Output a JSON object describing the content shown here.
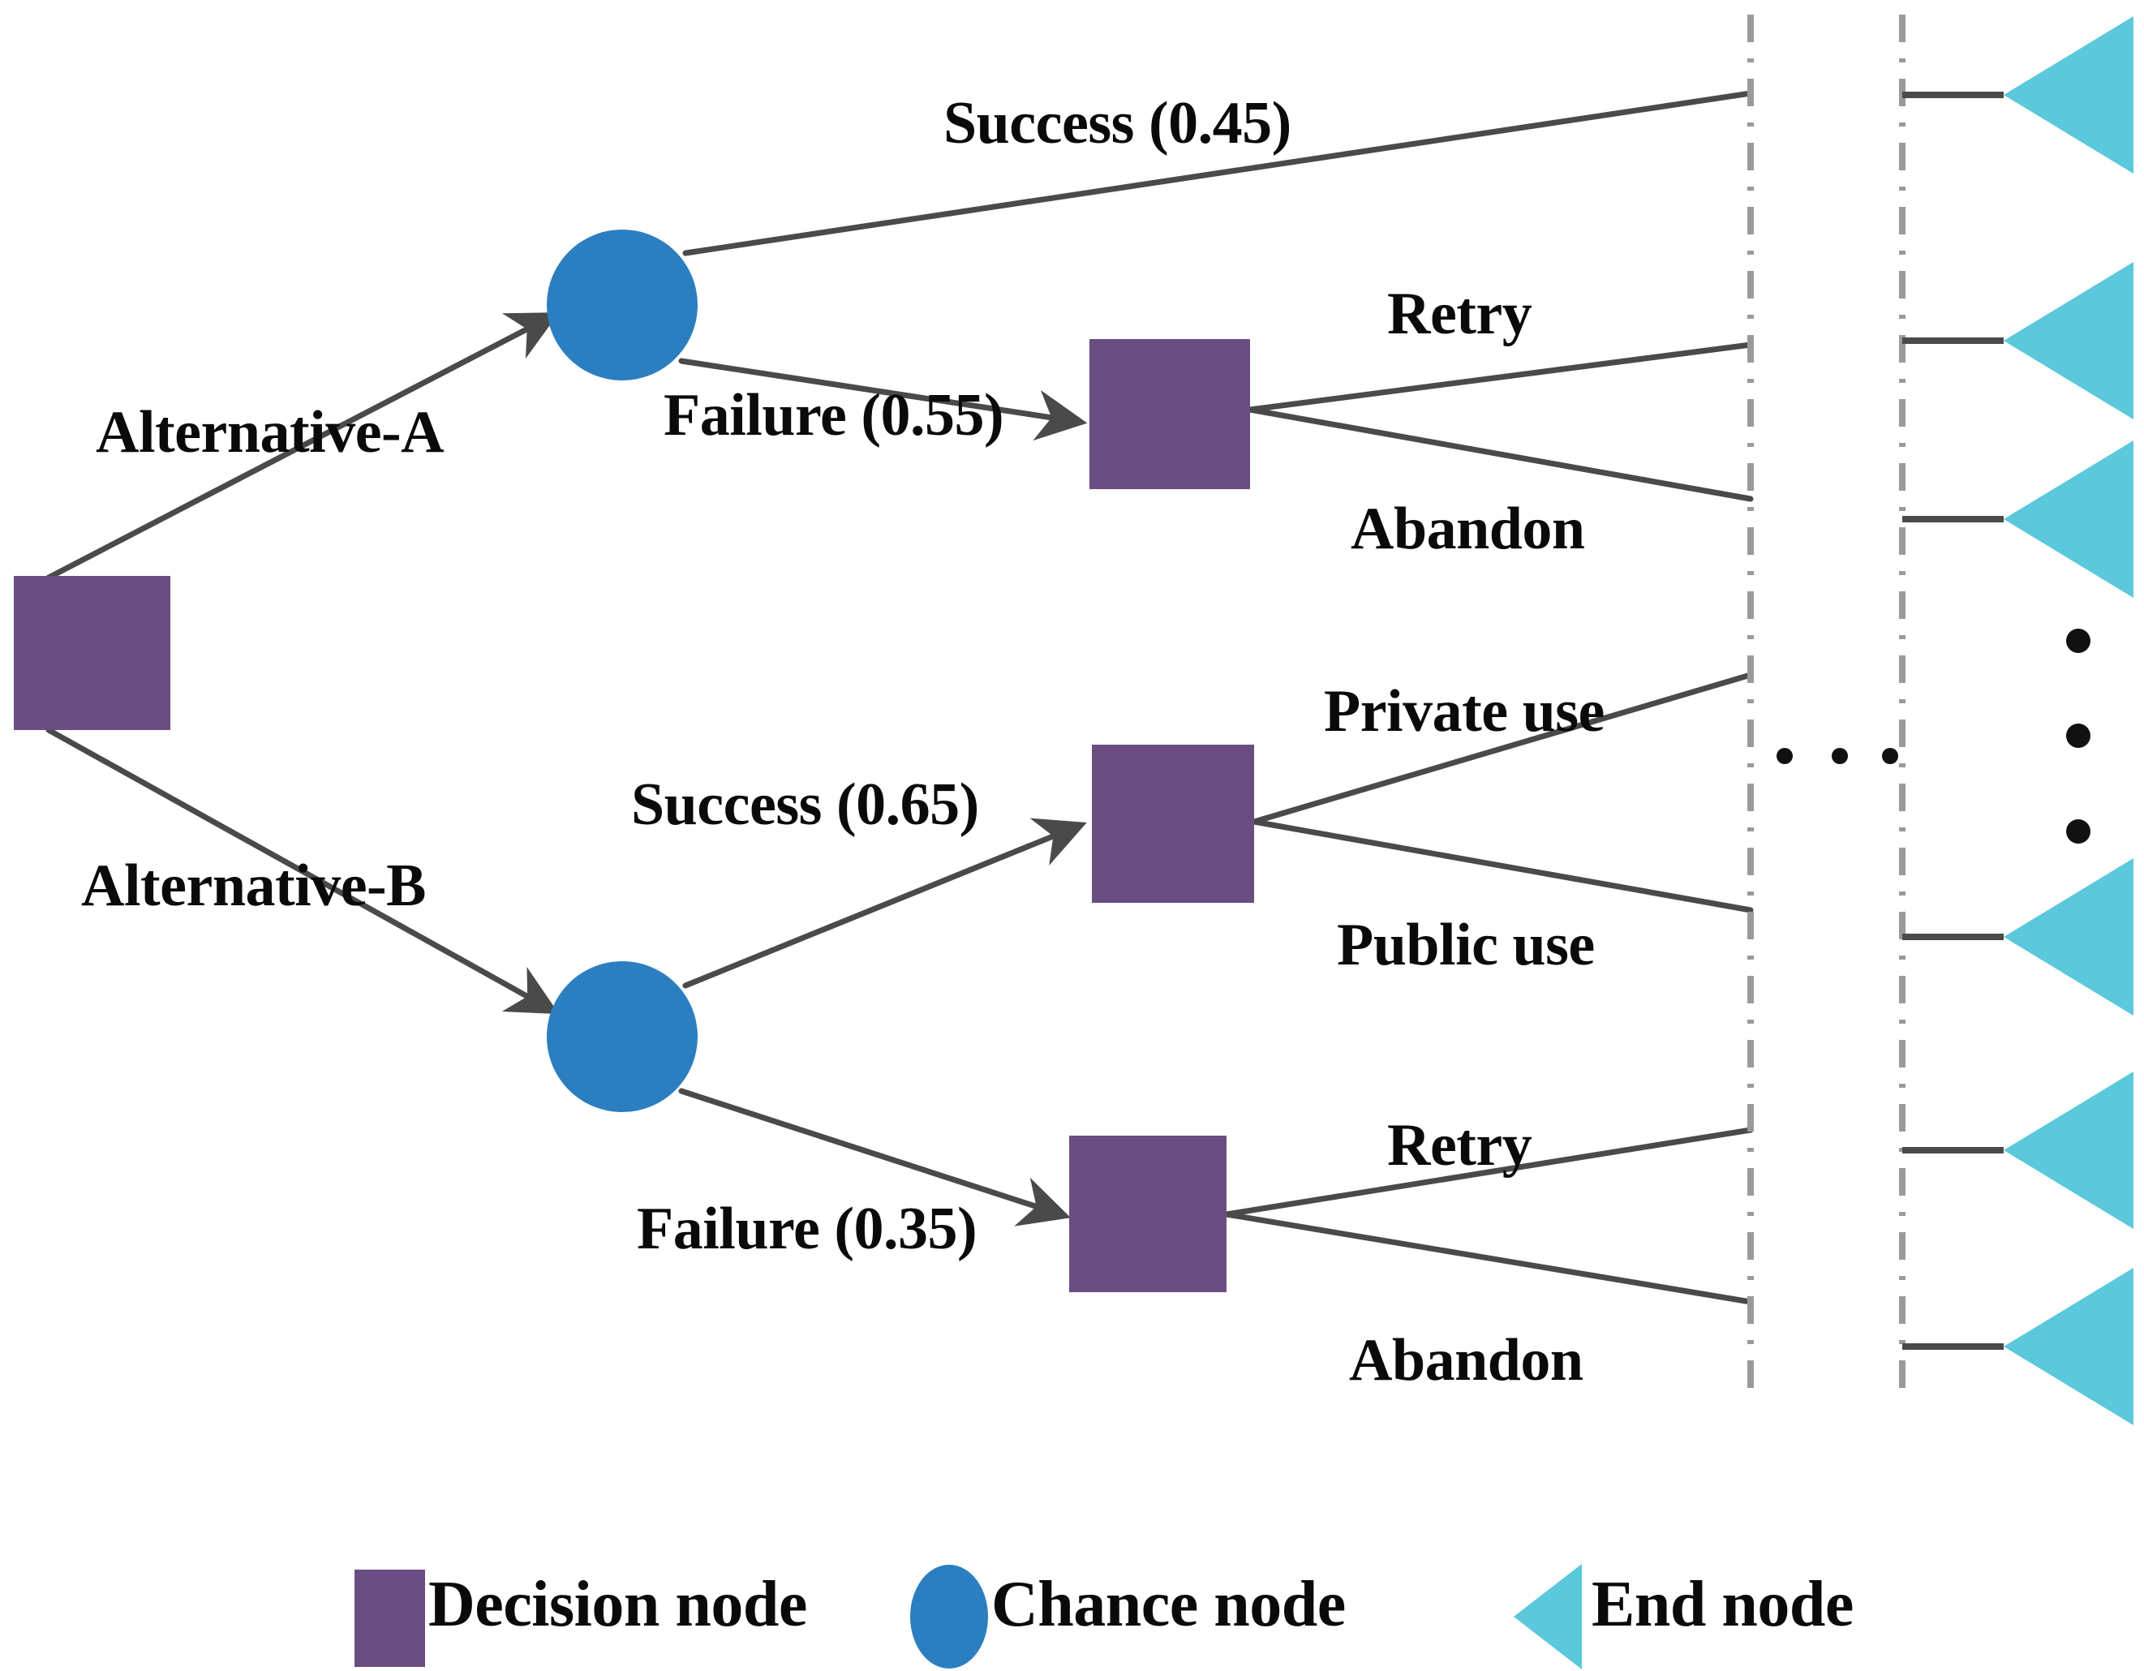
{
  "diagram": {
    "title": "Decision tree",
    "type": "decision-tree",
    "colors": {
      "decision_node": "#6A4E82",
      "chance_node": "#2B7FC0",
      "end_node": "#5BC8DC",
      "edge": "#4A4A4A",
      "dashed_divider": "#9a9a9a",
      "text": "#0a0a0a",
      "background": "#ffffff"
    }
  },
  "edges": [
    {
      "id": "alt-a",
      "label": "Alternative-A"
    },
    {
      "id": "alt-b",
      "label": "Alternative-B"
    },
    {
      "id": "a-success",
      "label": "Success (0.45)"
    },
    {
      "id": "a-failure",
      "label": "Failure (0.55)"
    },
    {
      "id": "a-retry",
      "label": "Retry"
    },
    {
      "id": "a-abandon",
      "label": "Abandon"
    },
    {
      "id": "b-success",
      "label": "Success (0.65)"
    },
    {
      "id": "b-failure",
      "label": "Failure (0.35)"
    },
    {
      "id": "b-private",
      "label": "Private use"
    },
    {
      "id": "b-public",
      "label": "Public use"
    },
    {
      "id": "b-retry",
      "label": "Retry"
    },
    {
      "id": "b-abandon",
      "label": "Abandon"
    }
  ],
  "nodes": {
    "root": {
      "type": "decision"
    },
    "chance_a": {
      "type": "chance"
    },
    "chance_b": {
      "type": "chance"
    },
    "decision_a_failure": {
      "type": "decision"
    },
    "decision_b_success": {
      "type": "decision"
    },
    "decision_b_failure": {
      "type": "decision"
    },
    "end_nodes_count": 6
  },
  "legend": {
    "items": [
      {
        "id": "decision",
        "label": "Decision node",
        "shape": "square",
        "color": "#6A4E82"
      },
      {
        "id": "chance",
        "label": "Chance node",
        "shape": "circle",
        "color": "#2B7FC0"
      },
      {
        "id": "end",
        "label": "End node",
        "shape": "triangle",
        "color": "#5BC8DC"
      }
    ]
  },
  "ellipsis": {
    "horizontal": "• • •",
    "vertical": "•"
  }
}
